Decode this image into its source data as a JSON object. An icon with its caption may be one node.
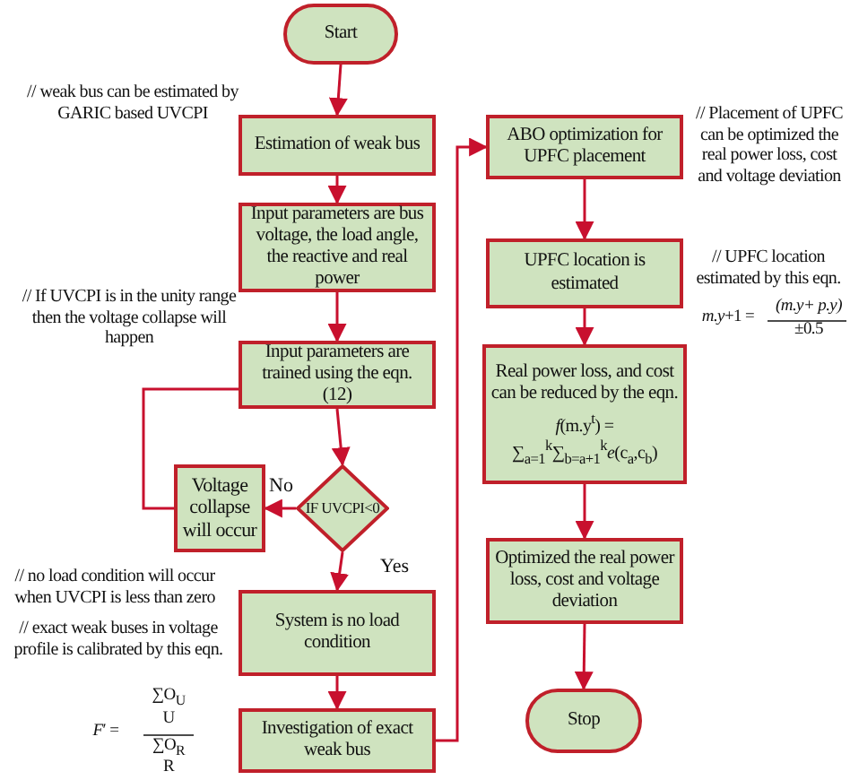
{
  "diagram": {
    "nodes": [
      {
        "text": [
          "Start"
        ]
      },
      {
        "text": [
          "Estimation of weak bus"
        ]
      },
      {
        "text": [
          "Input parameters are bus voltage, the load angle, the reactive and real power"
        ]
      },
      {
        "text": [
          "Input parameters are trained using the eqn. (12)"
        ]
      },
      {
        "text": [
          "IF UVCPI<0"
        ]
      },
      {
        "text": [
          "Voltage collapse will occur"
        ]
      },
      {
        "text": [
          "System is no load condition"
        ]
      },
      {
        "text": [
          "Investigation of exact weak bus"
        ]
      },
      {
        "text": [
          "ABO optimization for UPFC placement"
        ]
      },
      {
        "text": [
          "UPFC location is estimated"
        ]
      },
      {
        "text": [
          "Real power loss, and cost can be reduced by the eqn.",
          "*f*(m.y$^{t}$) = ∑$_{a=1}$$^{k}$∑$_{b=a+1}$$^{k}$*e*(c$_{a}$,c$_{b}$)"
        ]
      },
      {
        "text": [
          "Optimized the real power loss, cost and voltage deviation"
        ]
      },
      {
        "text": [
          "Stop"
        ]
      }
    ],
    "edges": [
      {
        "from": 0,
        "to": 1,
        "arrow": "to"
      },
      {
        "from": 1,
        "to": 2,
        "arrow": "to"
      },
      {
        "from": 2,
        "to": 3,
        "arrow": "to"
      },
      {
        "from": 3,
        "to": 4,
        "arrow": "to"
      },
      {
        "from": 4,
        "to": 5,
        "arrow": "to",
        "label": "No"
      },
      {
        "from": 5,
        "to": 3,
        "arrow": "none"
      },
      {
        "from": 4,
        "to": 6,
        "arrow": "to",
        "label": "Yes"
      },
      {
        "from": 6,
        "to": 7,
        "arrow": "to"
      },
      {
        "from": 7,
        "to": 8,
        "arrow": "to"
      },
      {
        "from": 8,
        "to": 9,
        "arrow": "to"
      },
      {
        "from": 9,
        "to": 10,
        "arrow": "to"
      },
      {
        "from": 10,
        "to": 11,
        "arrow": "to"
      },
      {
        "from": 11,
        "to": 12,
        "arrow": "to"
      }
    ],
    "labels": [
      "// weak bus can be estimated by GARIC based UVCPI",
      "// If UVCPI is in the unity range then the voltage collapse will happen",
      "// no load condition will occur when UVCPI is less than zero",
      "// exact weak buses in voltage profile is calibrated by this eqn.",
      "*F*′ =",
      "∑O$_{U}$",
      "U",
      "∑O$_{R}$",
      "R",
      "// Placement of UPFC can be optimized the real power loss, cost and voltage deviation",
      "// UPFC location estimated by this eqn.",
      "*m.y*+1 =",
      "*(m.y+ p.y)*",
      "±0.5"
    ]
  }
}
